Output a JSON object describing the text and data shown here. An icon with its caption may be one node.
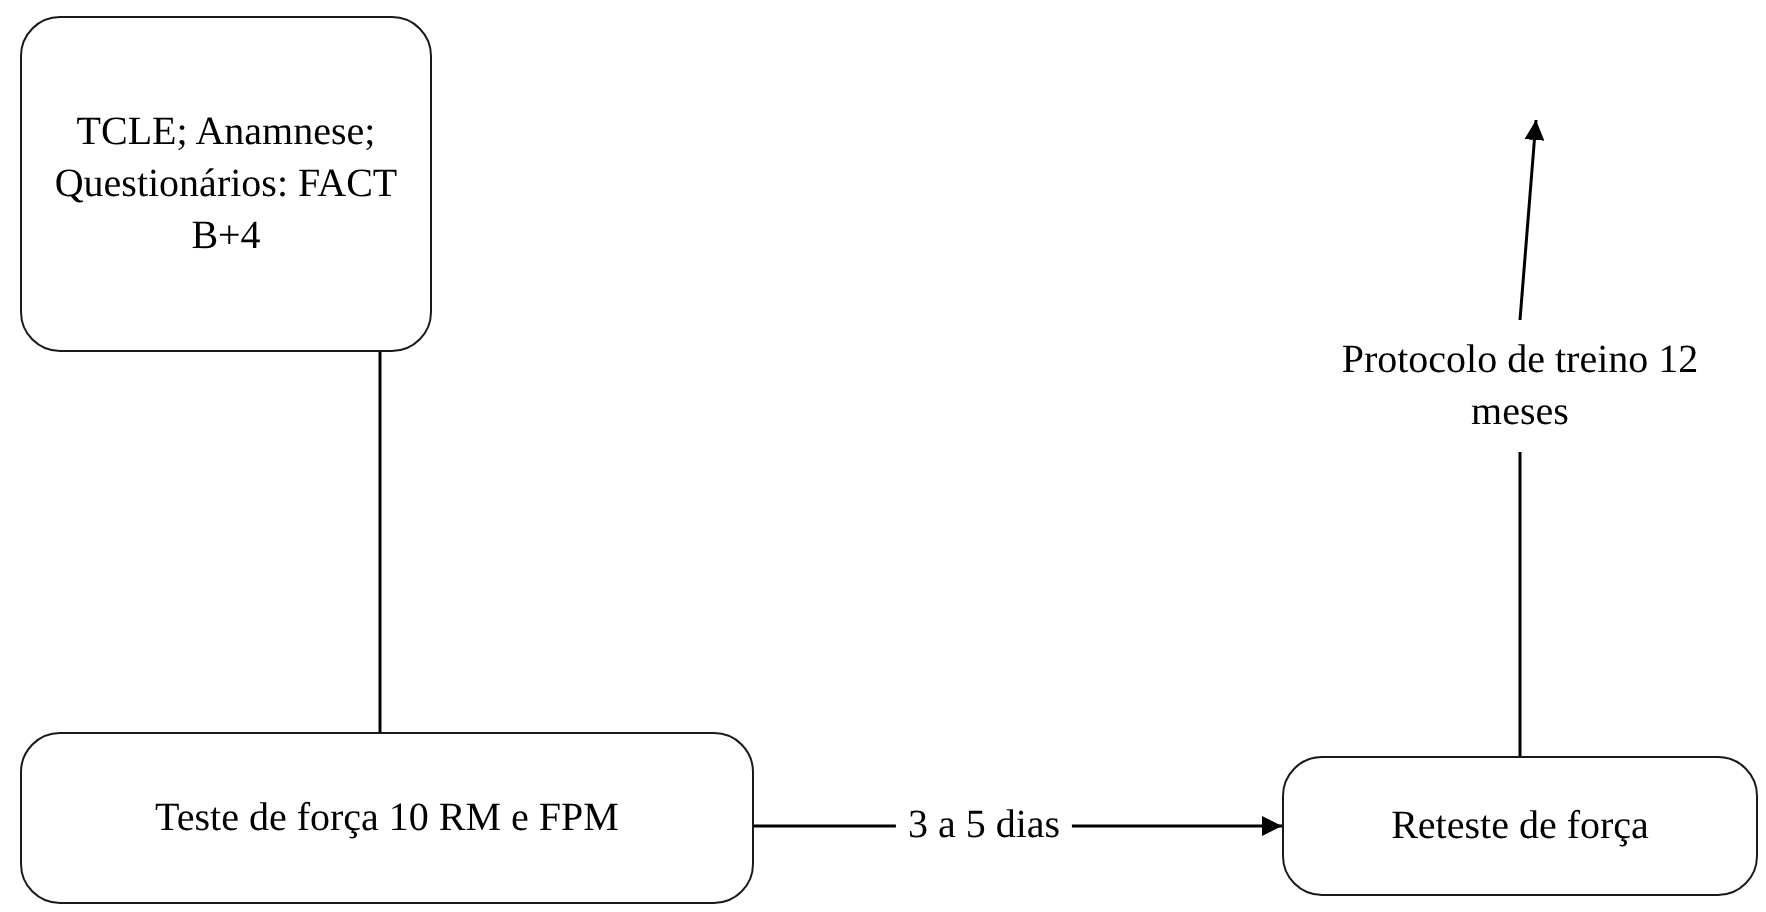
{
  "diagram": {
    "nodes": [
      {
        "text": [
          "TCLE; Anamnese; Questionários: FACT B+4"
        ]
      },
      {
        "text": [
          "Teste de força 10 RM e FPM"
        ]
      },
      {
        "text": [
          "Reteste de força"
        ]
      },
      {
        "text": [
          "Protocolo de treino 12 meses"
        ]
      }
    ],
    "edges": [
      {
        "from": 0,
        "to": 1,
        "arrow": "none"
      },
      {
        "from": 1,
        "to": 2,
        "arrow": "to",
        "label": "3 a 5 dias"
      },
      {
        "from": 2,
        "to": 3,
        "arrow": "none"
      },
      {
        "from": 3,
        "to": null,
        "arrow": "to"
      }
    ]
  }
}
